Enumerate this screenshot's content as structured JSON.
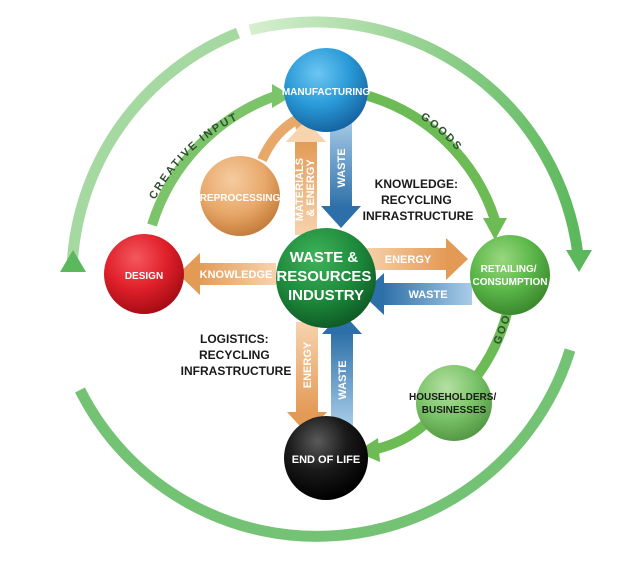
{
  "nodes": {
    "center": [
      "WASTE &",
      "RESOURCES",
      "INDUSTRY"
    ],
    "manufacturing": "MANUFACTURING",
    "reprocessing": "REPROCESSING",
    "design": "DESIGN",
    "retailing": [
      "RETAILING/",
      "CONSUMPTION"
    ],
    "householders": [
      "HOUSEHOLDERS/",
      "BUSINESSES"
    ],
    "end_of_life": "END OF LIFE"
  },
  "arrows": {
    "materials_energy": [
      "MATERIALS",
      "& ENERGY"
    ],
    "waste_from_manufacturing": "WASTE",
    "knowledge_to_design": "KNOWLEDGE",
    "energy_to_retail": "ENERGY",
    "waste_from_retail": "WASTE",
    "energy_to_end_of_life": "ENERGY",
    "waste_from_end_of_life": "WASTE"
  },
  "arc_labels": {
    "creative_input": "CREATIVE INPUT",
    "goods_upper": "GOODS",
    "goods_lower": "GOODS"
  },
  "text_blocks": {
    "knowledge_recycling": [
      "KNOWLEDGE:",
      "RECYCLING",
      "INFRASTRUCTURE"
    ],
    "logistics_recycling": [
      "LOGISTICS:",
      "RECYCLING",
      "INFRASTRUCTURE"
    ]
  },
  "colors": {
    "outer_ring": "#5cb85c",
    "center": "#1e8a3c",
    "manufacturing": "#2a9ad8",
    "reprocessing": "#e8a86a",
    "design": "#e0202a",
    "retailing": "#5cb84a",
    "householders": "#7cc46a",
    "end_of_life": "#1a1a1a",
    "orange_arrow": "#e39a55",
    "blue_arrow": "#2d6fa8"
  }
}
